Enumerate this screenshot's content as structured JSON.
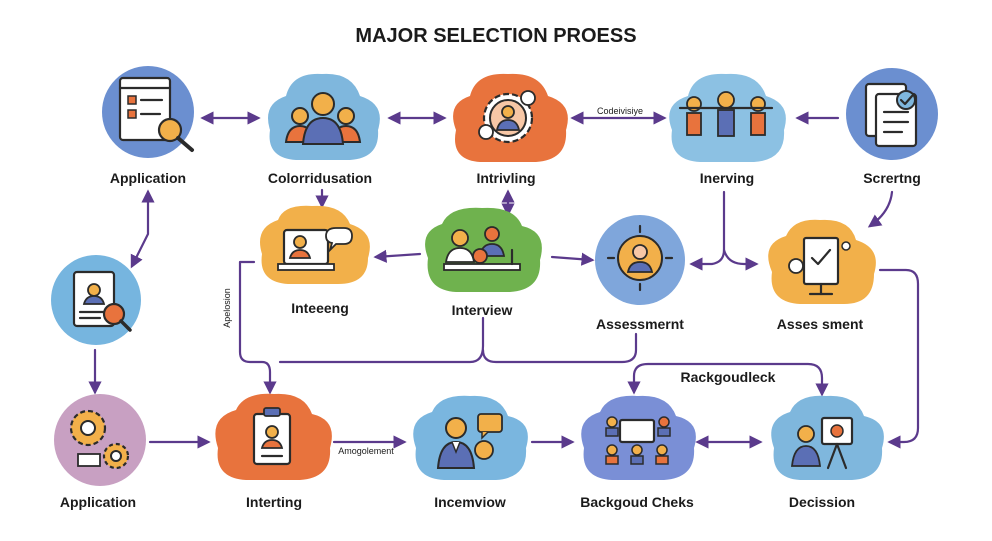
{
  "title": "MAJOR SELECTION PROESS",
  "nodes": {
    "application_top": {
      "label": "Application",
      "color": "#6b8fd0",
      "icon": "document-magnifier-icon"
    },
    "colorridusation": {
      "label": "Colorridusation",
      "color": "#7fb7dd",
      "icon": "group-people-icon"
    },
    "intrivling": {
      "label": "Intrivling",
      "color": "#e8733d",
      "icon": "gear-person-icon"
    },
    "inerving": {
      "label": "Inerving",
      "color": "#8cc1e3",
      "icon": "team-people-icon"
    },
    "scrertng": {
      "label": "Scrertng",
      "color": "#6b8fd0",
      "icon": "checklist-document-icon"
    },
    "applicant_search": {
      "label": "",
      "color": "#76b5df",
      "icon": "resume-search-icon"
    },
    "inteeeng": {
      "label": "Inteeeng",
      "color": "#f2b04a",
      "icon": "video-call-icon"
    },
    "interview_mid": {
      "label": "Interview",
      "color": "#6fb24e",
      "icon": "interview-meeting-icon"
    },
    "assessment_mid": {
      "label": "Assessmernt",
      "color": "#7fa6db",
      "icon": "person-target-icon"
    },
    "assessment_right": {
      "label": "Asses sment",
      "color": "#f2b04a",
      "icon": "presentation-board-icon"
    },
    "application_bottom": {
      "label": "Application",
      "color": "#c8a0c2",
      "icon": "gears-icon"
    },
    "interting": {
      "label": "Interting",
      "color": "#e8733d",
      "icon": "clipboard-id-icon"
    },
    "incemviow": {
      "label": "Incemviow",
      "color": "#7ab6df",
      "icon": "person-dollar-icon"
    },
    "backgoud_cheks": {
      "label": "Backgoud Cheks",
      "color": "#7a8fd6",
      "icon": "team-board-icon"
    },
    "decision": {
      "label": "Decission",
      "color": "#7fb7dd",
      "icon": "person-easel-icon"
    }
  },
  "edge_labels": {
    "codevisive": "Codeivisiye",
    "apelosion": "Apelosion",
    "amogolement": "Amogolement",
    "rackgoudleck": "Rackgoudleck"
  },
  "colors": {
    "edge": "#5b3a8c",
    "ink": "#2b2b2b"
  }
}
